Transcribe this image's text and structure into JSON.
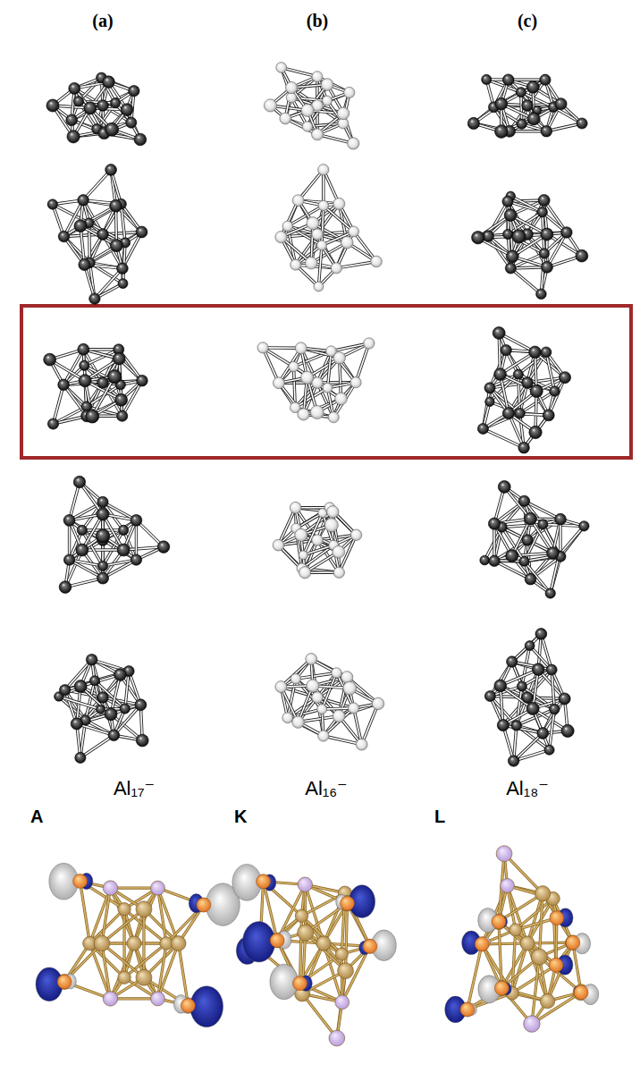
{
  "diagram": {
    "labels": [
      "(a)",
      "(b)",
      "(c)",
      "Al₁₇⁻",
      "Al₁₆⁻",
      "Al₁₈⁻",
      "A",
      "K",
      "L"
    ]
  }
}
